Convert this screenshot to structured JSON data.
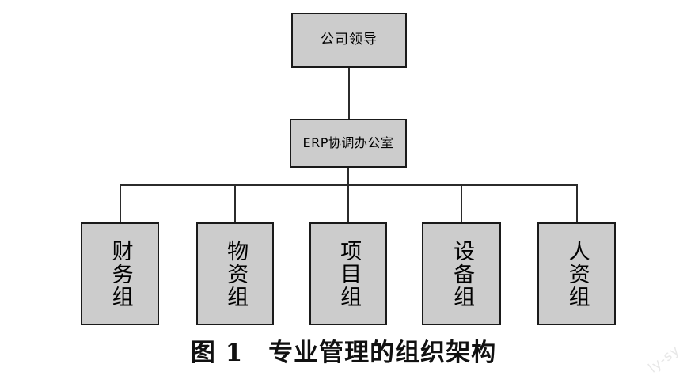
{
  "figure": {
    "caption_label": "图 1",
    "caption_title": "专业管理的组织架构",
    "caption_full": "图 1　专业管理的组织架构",
    "watermark": "ly-sy",
    "background_color": "#ffffff",
    "node_fill_color": "#cccccc",
    "node_border_color": "#1a1a1a",
    "connector_color": "#2b2b2b"
  },
  "chart_data": {
    "type": "diagram",
    "diagram_type": "organization-chart",
    "title": "专业管理的组织架构",
    "orientation": "top-down",
    "levels": 3,
    "nodes": [
      {
        "id": "n0",
        "label": "公司领导",
        "level": 1,
        "orientation": "horizontal"
      },
      {
        "id": "n1",
        "label": "ERP协调办公室",
        "level": 2,
        "orientation": "horizontal"
      },
      {
        "id": "n2",
        "label": "财务组",
        "level": 3,
        "orientation": "vertical"
      },
      {
        "id": "n3",
        "label": "物资组",
        "level": 3,
        "orientation": "vertical"
      },
      {
        "id": "n4",
        "label": "项目组",
        "level": 3,
        "orientation": "vertical"
      },
      {
        "id": "n5",
        "label": "设备组",
        "level": 3,
        "orientation": "vertical"
      },
      {
        "id": "n6",
        "label": "人资组",
        "level": 3,
        "orientation": "vertical"
      }
    ],
    "edges": [
      {
        "from": "n0",
        "to": "n1"
      },
      {
        "from": "n1",
        "to": "n2"
      },
      {
        "from": "n1",
        "to": "n3"
      },
      {
        "from": "n1",
        "to": "n4"
      },
      {
        "from": "n1",
        "to": "n5"
      },
      {
        "from": "n1",
        "to": "n6"
      }
    ]
  },
  "top": {
    "label": "公司领导"
  },
  "middle": {
    "label": "ERP协调办公室"
  },
  "leaves": [
    {
      "label": "财务组"
    },
    {
      "label": "物资组"
    },
    {
      "label": "项目组"
    },
    {
      "label": "设备组"
    },
    {
      "label": "人资组"
    }
  ]
}
